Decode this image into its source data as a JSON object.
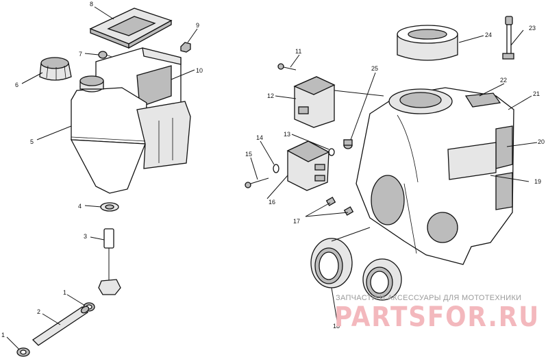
{
  "callouts": {
    "c1a": "1",
    "c1b": "1",
    "c2": "2",
    "c3": "3",
    "c4": "4",
    "c5": "5",
    "c6": "6",
    "c7": "7",
    "c8": "8",
    "c9": "9",
    "c10": "10",
    "c11": "11",
    "c12": "12",
    "c13": "13",
    "c14": "14",
    "c15": "15",
    "c16": "16",
    "c17": "17",
    "c18": "18",
    "c19": "19",
    "c20": "20",
    "c21": "21",
    "c22": "22",
    "c23": "23",
    "c24": "24",
    "c25": "25"
  },
  "watermark": {
    "tagline": "ЗАПЧАСТИ И АКСЕССУАРЫ ДЛЯ МОТОТЕХНИКИ",
    "brand": "PARTSFOR.RU"
  },
  "colors": {
    "ink": "#111111",
    "watermark_text": "#f3b8bd",
    "tagline_text": "#9a9a9a"
  }
}
